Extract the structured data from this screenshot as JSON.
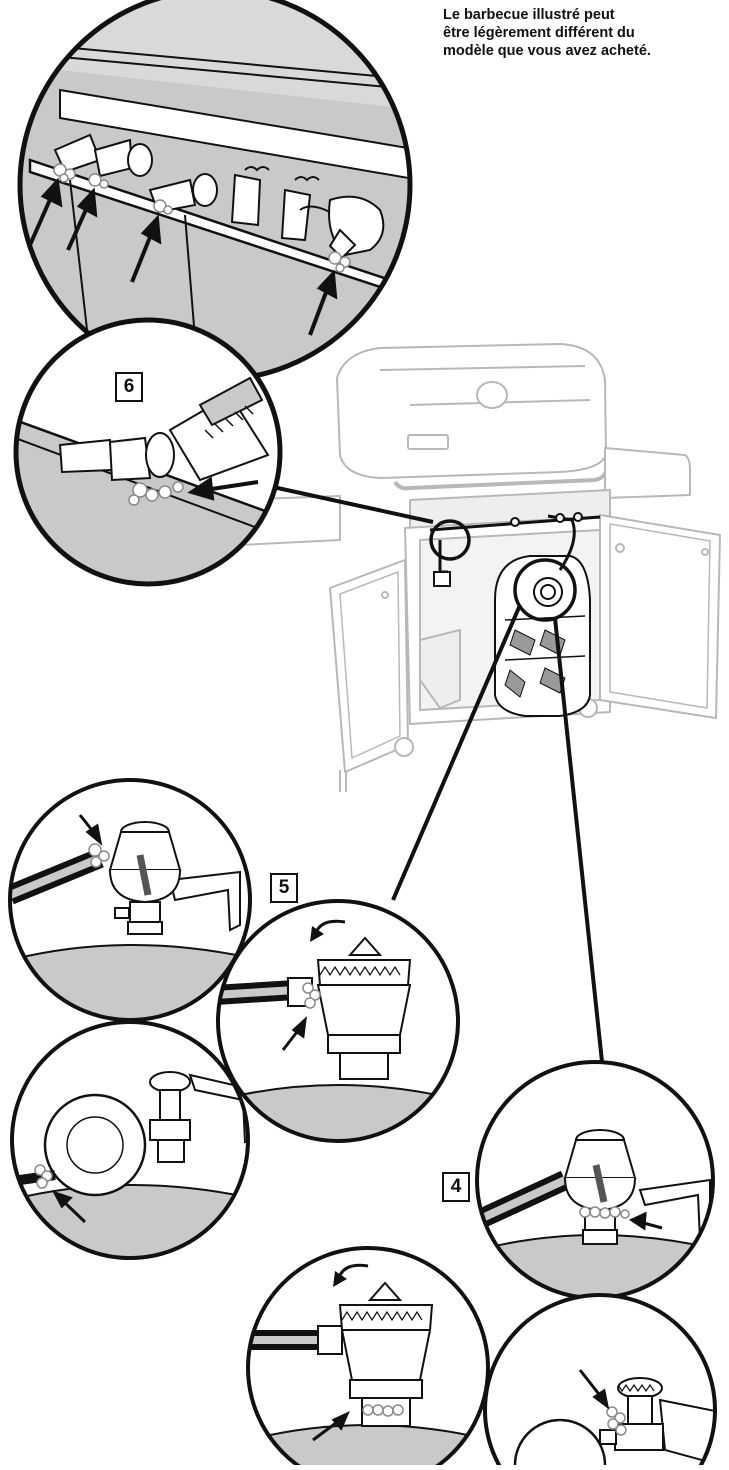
{
  "disclaimer": {
    "lines": [
      "Le barbecue illustré peut",
      "être légèrement différent du",
      "modèle que vous avez acheté."
    ]
  },
  "steps": {
    "step6": "6",
    "step5": "5",
    "step4": "4"
  },
  "colors": {
    "ink": "#111111",
    "panel_gray": "#c9c9c9",
    "light_gray": "#e4e4e4",
    "faded_grill": "#b8b8b8",
    "bubble_gray": "#9a9a9a"
  }
}
